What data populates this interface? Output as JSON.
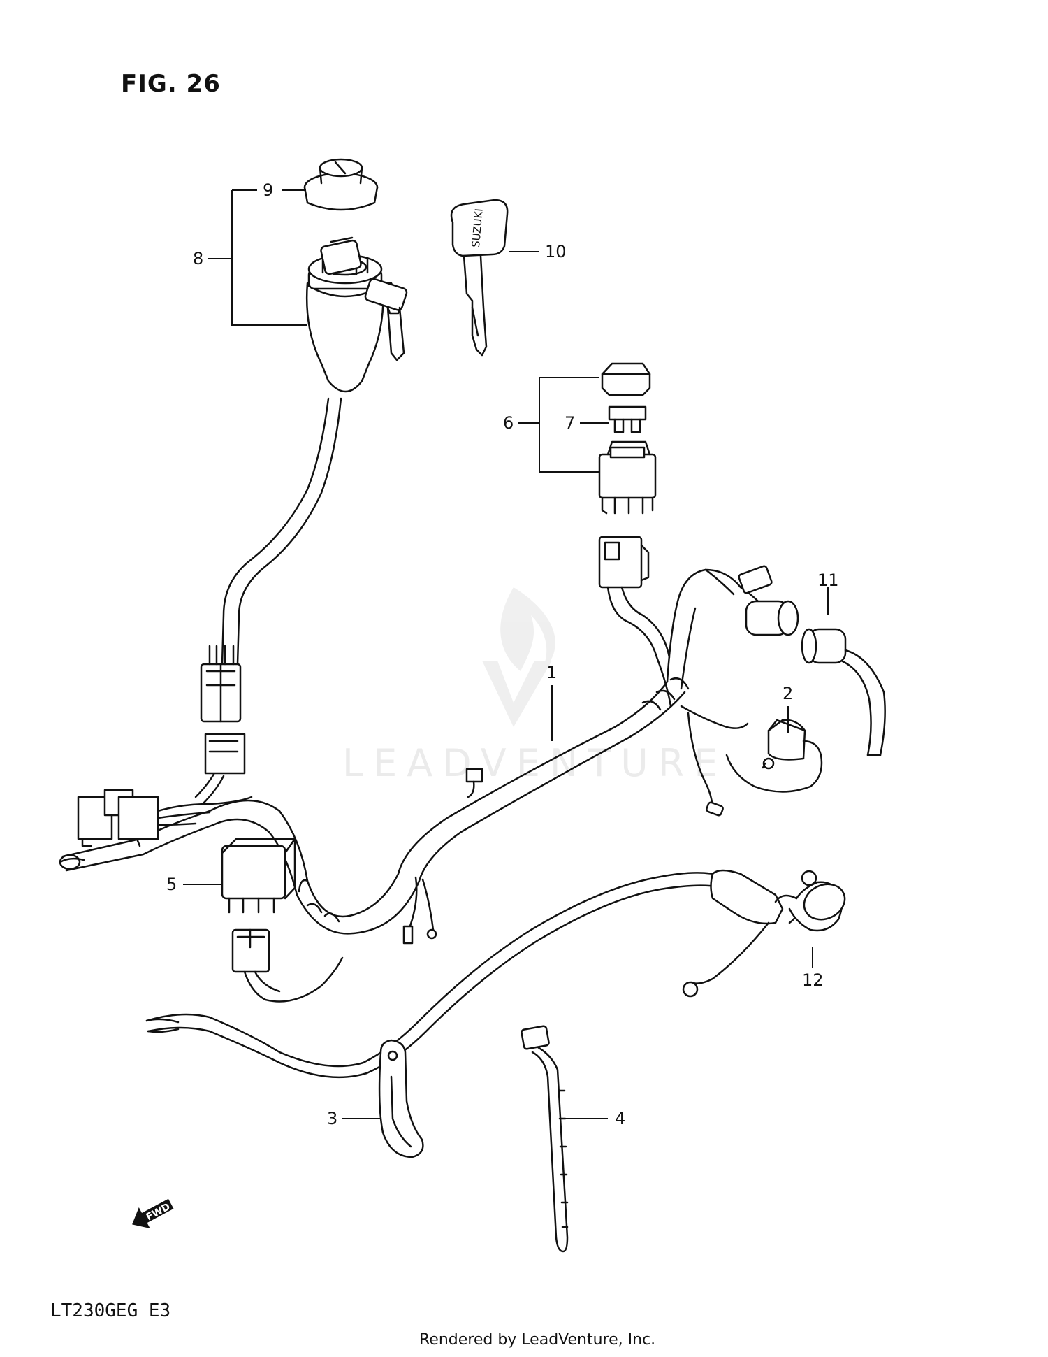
{
  "figure": {
    "title": "FIG. 26",
    "model_code": "LT230GEG E3"
  },
  "footer": {
    "rendered_by": "Rendered by LeadVenture, Inc."
  },
  "watermark": {
    "text": "LEADVENTURE"
  },
  "key_stamp": "SUZUKI",
  "fwd_arrow": {
    "label": "FWD"
  },
  "callouts": [
    "1",
    "2",
    "3",
    "4",
    "5",
    "6",
    "7",
    "8",
    "9",
    "10",
    "11",
    "12"
  ]
}
